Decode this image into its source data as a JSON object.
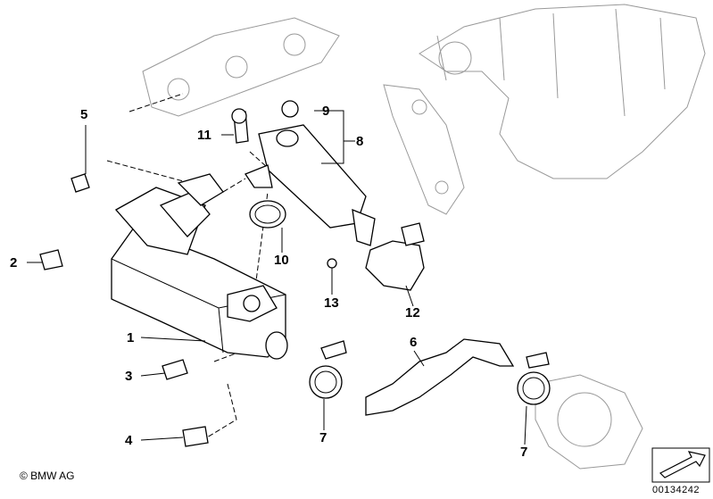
{
  "diagram": {
    "callouts": [
      {
        "id": "label-5",
        "text": "5"
      },
      {
        "id": "label-11",
        "text": "11"
      },
      {
        "id": "label-9",
        "text": "9"
      },
      {
        "id": "label-8",
        "text": "8"
      },
      {
        "id": "label-2",
        "text": "2"
      },
      {
        "id": "label-10",
        "text": "10"
      },
      {
        "id": "label-13",
        "text": "13"
      },
      {
        "id": "label-12",
        "text": "12"
      },
      {
        "id": "label-1",
        "text": "1"
      },
      {
        "id": "label-6",
        "text": "6"
      },
      {
        "id": "label-3",
        "text": "3"
      },
      {
        "id": "label-4",
        "text": "4"
      },
      {
        "id": "label-7a",
        "text": "7"
      },
      {
        "id": "label-7b",
        "text": "7"
      }
    ],
    "copyright": "© BMW AG",
    "document_number": "00134242",
    "icons": [
      "orientation-arrow-icon"
    ]
  }
}
